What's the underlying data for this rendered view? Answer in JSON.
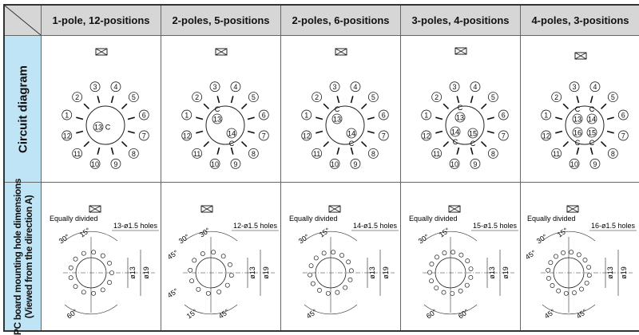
{
  "header": {
    "columns": [
      "1-pole, 12-positions",
      "2-poles, 5-positions",
      "2-poles, 6-positions",
      "3-poles, 4-positions",
      "4-poles, 3-positions"
    ]
  },
  "rows": {
    "circuit_label": "Circuit diagram",
    "pc_label_line1": "PC board mounting hole dimensions",
    "pc_label_line2": "(Viewed from the direction A)"
  },
  "circuit": {
    "terminals": [
      "1",
      "2",
      "3",
      "4",
      "5",
      "6",
      "7",
      "8",
      "9",
      "10",
      "11",
      "12"
    ],
    "common": "C",
    "poles": [
      [
        "13"
      ],
      [
        "13",
        "14"
      ],
      [
        "13",
        "14"
      ],
      [
        "13",
        "14",
        "15"
      ],
      [
        "13",
        "14",
        "15",
        "16"
      ]
    ]
  },
  "pc": {
    "equally_divided": "Equally divided",
    "d13": "ø13",
    "d19": "ø19",
    "columns": [
      {
        "holes": "13-ø1.5 holes",
        "n": 13,
        "angles": [
          "30°",
          "15°",
          "60°"
        ],
        "show_eq": true
      },
      {
        "holes": "12-ø1.5 holes",
        "n": 12,
        "angles": [
          "30°",
          "30°",
          "15°",
          "45°",
          "45°",
          "45°"
        ],
        "show_eq": false
      },
      {
        "holes": "14-ø1.5 holes",
        "n": 14,
        "angles": [
          "30°",
          "15°",
          "45°"
        ],
        "show_eq": true
      },
      {
        "holes": "15-ø1.5 holes",
        "n": 15,
        "angles": [
          "30°",
          "15°",
          "60°",
          "60°"
        ],
        "show_eq": true
      },
      {
        "holes": "16-ø1.5 holes",
        "n": 16,
        "angles": [
          "30°",
          "15°",
          "45°",
          "45°",
          "45°"
        ],
        "show_eq": true
      }
    ]
  }
}
